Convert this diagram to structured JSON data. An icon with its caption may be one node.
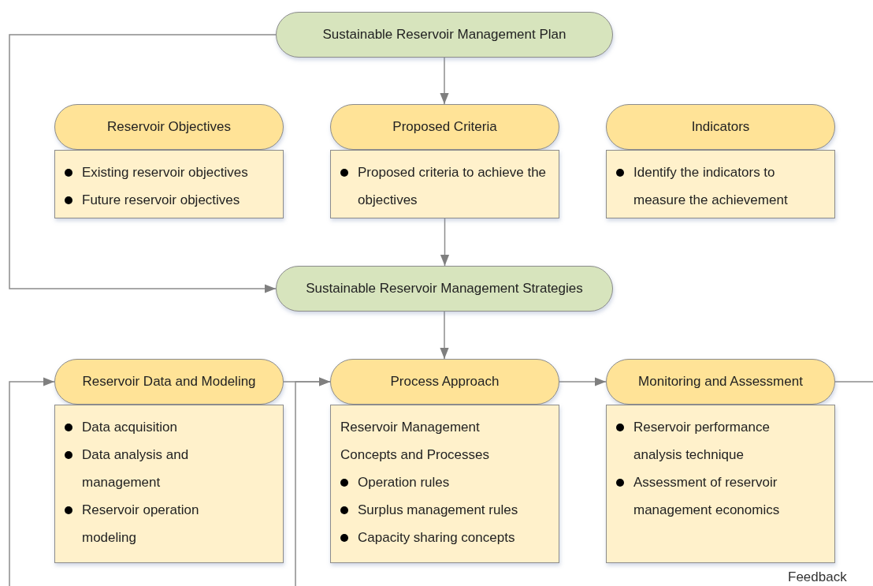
{
  "diagram": {
    "nodes": [
      {
        "text": [
          "Sustainable Reservoir Management Plan"
        ]
      },
      {
        "text": [
          "Reservoir Objectives"
        ]
      },
      {
        "text": [
          "Existing reservoir objectives",
          "Future reservoir objectives"
        ]
      },
      {
        "text": [
          "Proposed Criteria"
        ]
      },
      {
        "text": [
          "Proposed criteria to achieve the objectives"
        ]
      },
      {
        "text": [
          "Indicators"
        ]
      },
      {
        "text": [
          "Identify the indicators to measure the achievement"
        ]
      },
      {
        "text": [
          "Sustainable Reservoir Management Strategies"
        ]
      },
      {
        "text": [
          "Reservoir Data and Modeling"
        ]
      },
      {
        "text": [
          "Data acquisition",
          "Data analysis and management",
          "Reservoir operation modeling"
        ]
      },
      {
        "text": [
          "Process Approach"
        ]
      },
      {
        "text": [
          "Reservoir Management Concepts and Processes",
          "Operation rules",
          "Surplus management rules",
          "Capacity sharing concepts"
        ]
      },
      {
        "text": [
          "Monitoring and Assessment"
        ]
      },
      {
        "text": [
          "Reservoir performance analysis technique",
          "Assessment of reservoir management economics"
        ]
      }
    ],
    "edges": [
      {
        "from": 0,
        "to": 3,
        "arrow": "to"
      },
      {
        "from": 4,
        "to": 7,
        "arrow": "to"
      },
      {
        "from": 0,
        "to": 7,
        "arrow": "to"
      },
      {
        "from": 7,
        "to": 10,
        "arrow": "to"
      },
      {
        "from": null,
        "to": 8,
        "arrow": "to"
      },
      {
        "from": 8,
        "to": 10,
        "arrow": "to"
      },
      {
        "from": null,
        "to": 10,
        "arrow": "to"
      },
      {
        "from": 10,
        "to": 12,
        "arrow": "to"
      },
      {
        "from": 12,
        "to": null,
        "arrow": "none"
      }
    ],
    "labels": [
      "Feedback"
    ]
  }
}
